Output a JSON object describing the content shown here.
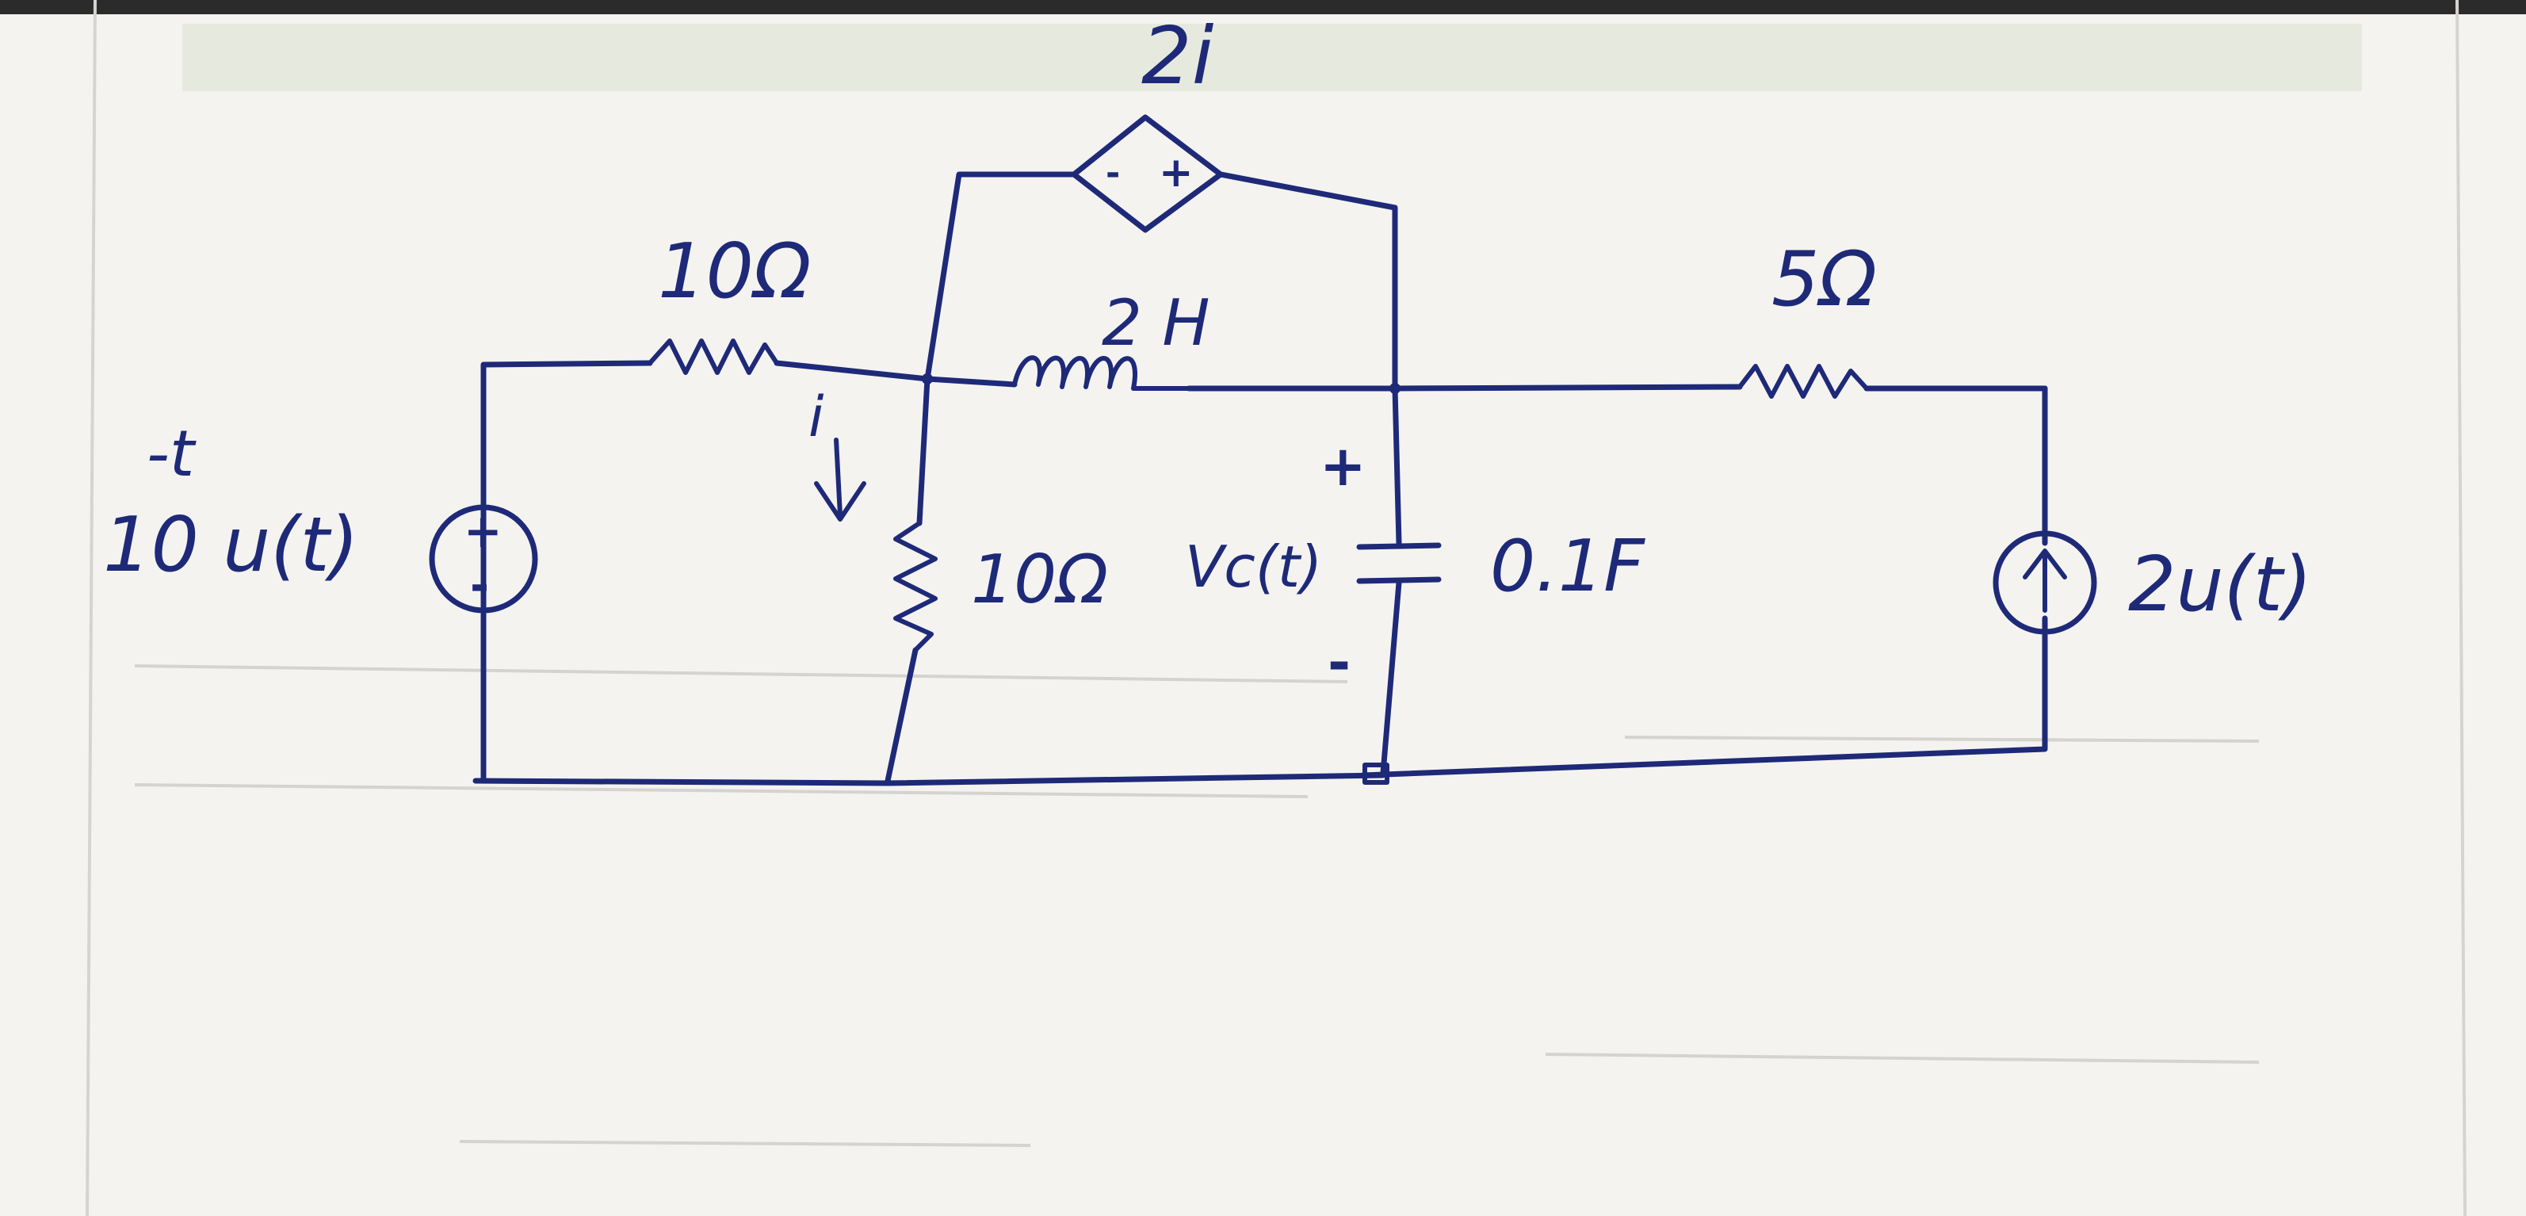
{
  "diagram": {
    "components": {
      "dependent_source": {
        "label": "2i",
        "polarity_minus": "-",
        "polarity_plus": "+"
      },
      "resistor_series": {
        "label": "10Ω"
      },
      "inductor": {
        "label": "2 H"
      },
      "resistor_right": {
        "label": "5Ω"
      },
      "resistor_shunt": {
        "label": "10Ω"
      },
      "capacitor": {
        "label": "0.1F"
      },
      "voltage_source": {
        "exponent": "-t",
        "label": "10 u(t)",
        "plus": "+",
        "minus": "-"
      },
      "current_source": {
        "label": "2u(t)"
      }
    },
    "annotations": {
      "current_label": "i",
      "capacitor_voltage": "Vc(t)",
      "cap_plus": "+",
      "cap_minus": "-"
    },
    "colors": {
      "ink": "#1e2a78",
      "paper": "#f2f1ee"
    }
  }
}
